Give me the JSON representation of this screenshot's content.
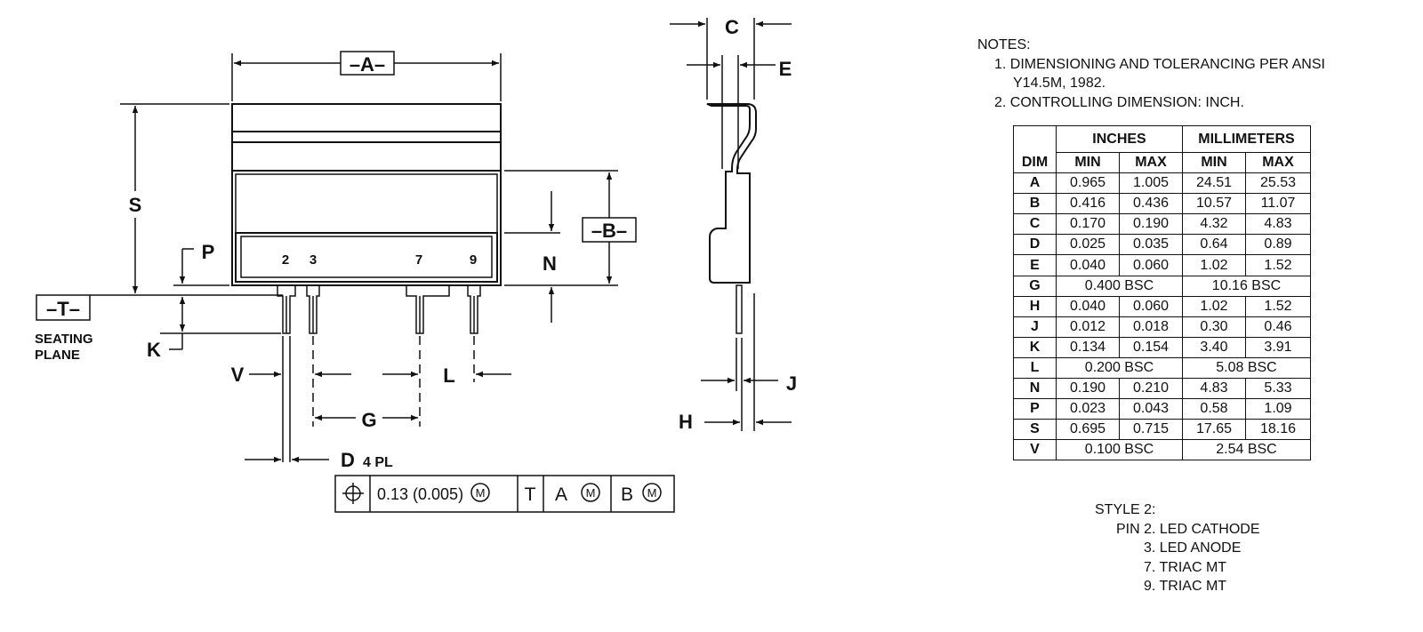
{
  "drawing": {
    "datum_a": "–A–",
    "datum_b": "–B–",
    "datum_t": "–T–",
    "seating": "SEATING",
    "plane": "PLANE",
    "dims": {
      "S": "S",
      "P": "P",
      "K": "K",
      "V": "V",
      "G": "G",
      "L": "L",
      "N": "N",
      "D": "D",
      "d_note": "4 PL",
      "C": "C",
      "E": "E",
      "H": "H",
      "J": "J"
    },
    "pins": [
      "2",
      "3",
      "7",
      "9"
    ],
    "fcf": {
      "tolerance": "0.13 (0.005)",
      "m": "M",
      "t": "T",
      "a": "A",
      "b": "B"
    }
  },
  "notes": {
    "title": "NOTES:",
    "items": [
      "1.  DIMENSIONING AND TOLERANCING PER ANSI",
      "Y14.5M, 1982.",
      "2.  CONTROLLING DIMENSION: INCH."
    ]
  },
  "table": {
    "dim": "DIM",
    "inches": "INCHES",
    "mm": "MILLIMETERS",
    "min": "MIN",
    "max": "MAX",
    "rows": [
      [
        "A",
        "0.965",
        "1.005",
        "24.51",
        "25.53"
      ],
      [
        "B",
        "0.416",
        "0.436",
        "10.57",
        "11.07"
      ],
      [
        "C",
        "0.170",
        "0.190",
        "4.32",
        "4.83"
      ],
      [
        "D",
        "0.025",
        "0.035",
        "0.64",
        "0.89"
      ],
      [
        "E",
        "0.040",
        "0.060",
        "1.02",
        "1.52"
      ],
      [
        "G",
        "0.400 BSC",
        "10.16 BSC"
      ],
      [
        "H",
        "0.040",
        "0.060",
        "1.02",
        "1.52"
      ],
      [
        "J",
        "0.012",
        "0.018",
        "0.30",
        "0.46"
      ],
      [
        "K",
        "0.134",
        "0.154",
        "3.40",
        "3.91"
      ],
      [
        "L",
        "0.200 BSC",
        "5.08 BSC"
      ],
      [
        "N",
        "0.190",
        "0.210",
        "4.83",
        "5.33"
      ],
      [
        "P",
        "0.023",
        "0.043",
        "0.58",
        "1.09"
      ],
      [
        "S",
        "0.695",
        "0.715",
        "17.65",
        "18.16"
      ],
      [
        "V",
        "0.100 BSC",
        "2.54 BSC"
      ]
    ]
  },
  "style": {
    "title": "STYLE 2:",
    "lines": [
      "PIN 2.  LED CATHODE",
      "3.  LED ANODE",
      "7.  TRIAC MT",
      "9.  TRIAC MT"
    ]
  }
}
